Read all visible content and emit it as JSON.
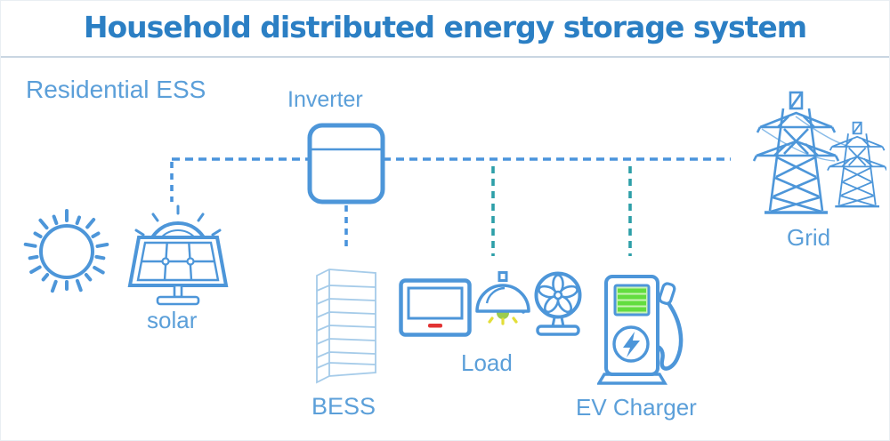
{
  "title": "Household distributed energy storage system",
  "diagram": {
    "system_label": "Residential ESS",
    "nodes": {
      "inverter": {
        "label": "Inverter"
      },
      "solar": {
        "label": "solar"
      },
      "bess": {
        "label": "BESS"
      },
      "load": {
        "label": "Load"
      },
      "ev_charger": {
        "label": "EV Charger"
      },
      "grid": {
        "label": "Grid"
      }
    },
    "connections": [
      {
        "from": "solar",
        "to": "ac-bus",
        "style": "dashed",
        "color": "#4a94dc"
      },
      {
        "from": "inverter",
        "to": "bess",
        "style": "dashed",
        "color": "#4a94dc"
      },
      {
        "from": "inverter",
        "to": "grid",
        "style": "dashed",
        "color": "#4a94dc"
      },
      {
        "from": "ac-bus",
        "to": "load",
        "style": "dashed",
        "color": "#2d9fa8"
      },
      {
        "from": "ac-bus",
        "to": "ev_charger",
        "style": "dashed",
        "color": "#2d9fa8"
      }
    ],
    "colors": {
      "title": "#2b7fc4",
      "labels": "#5b9fd9",
      "icon_stroke": "#4d96d9",
      "bess_stroke": "#a5cbe9",
      "dash_blue": "#4a94dc",
      "dash_teal": "#2d9fa8",
      "ev_screen_green": "#62dd3f",
      "tv_standby_red": "#e23333",
      "bulb_green": "#9ccc4f",
      "ray_yellow": "#e3de39",
      "divider": "#c9d6e2"
    }
  }
}
